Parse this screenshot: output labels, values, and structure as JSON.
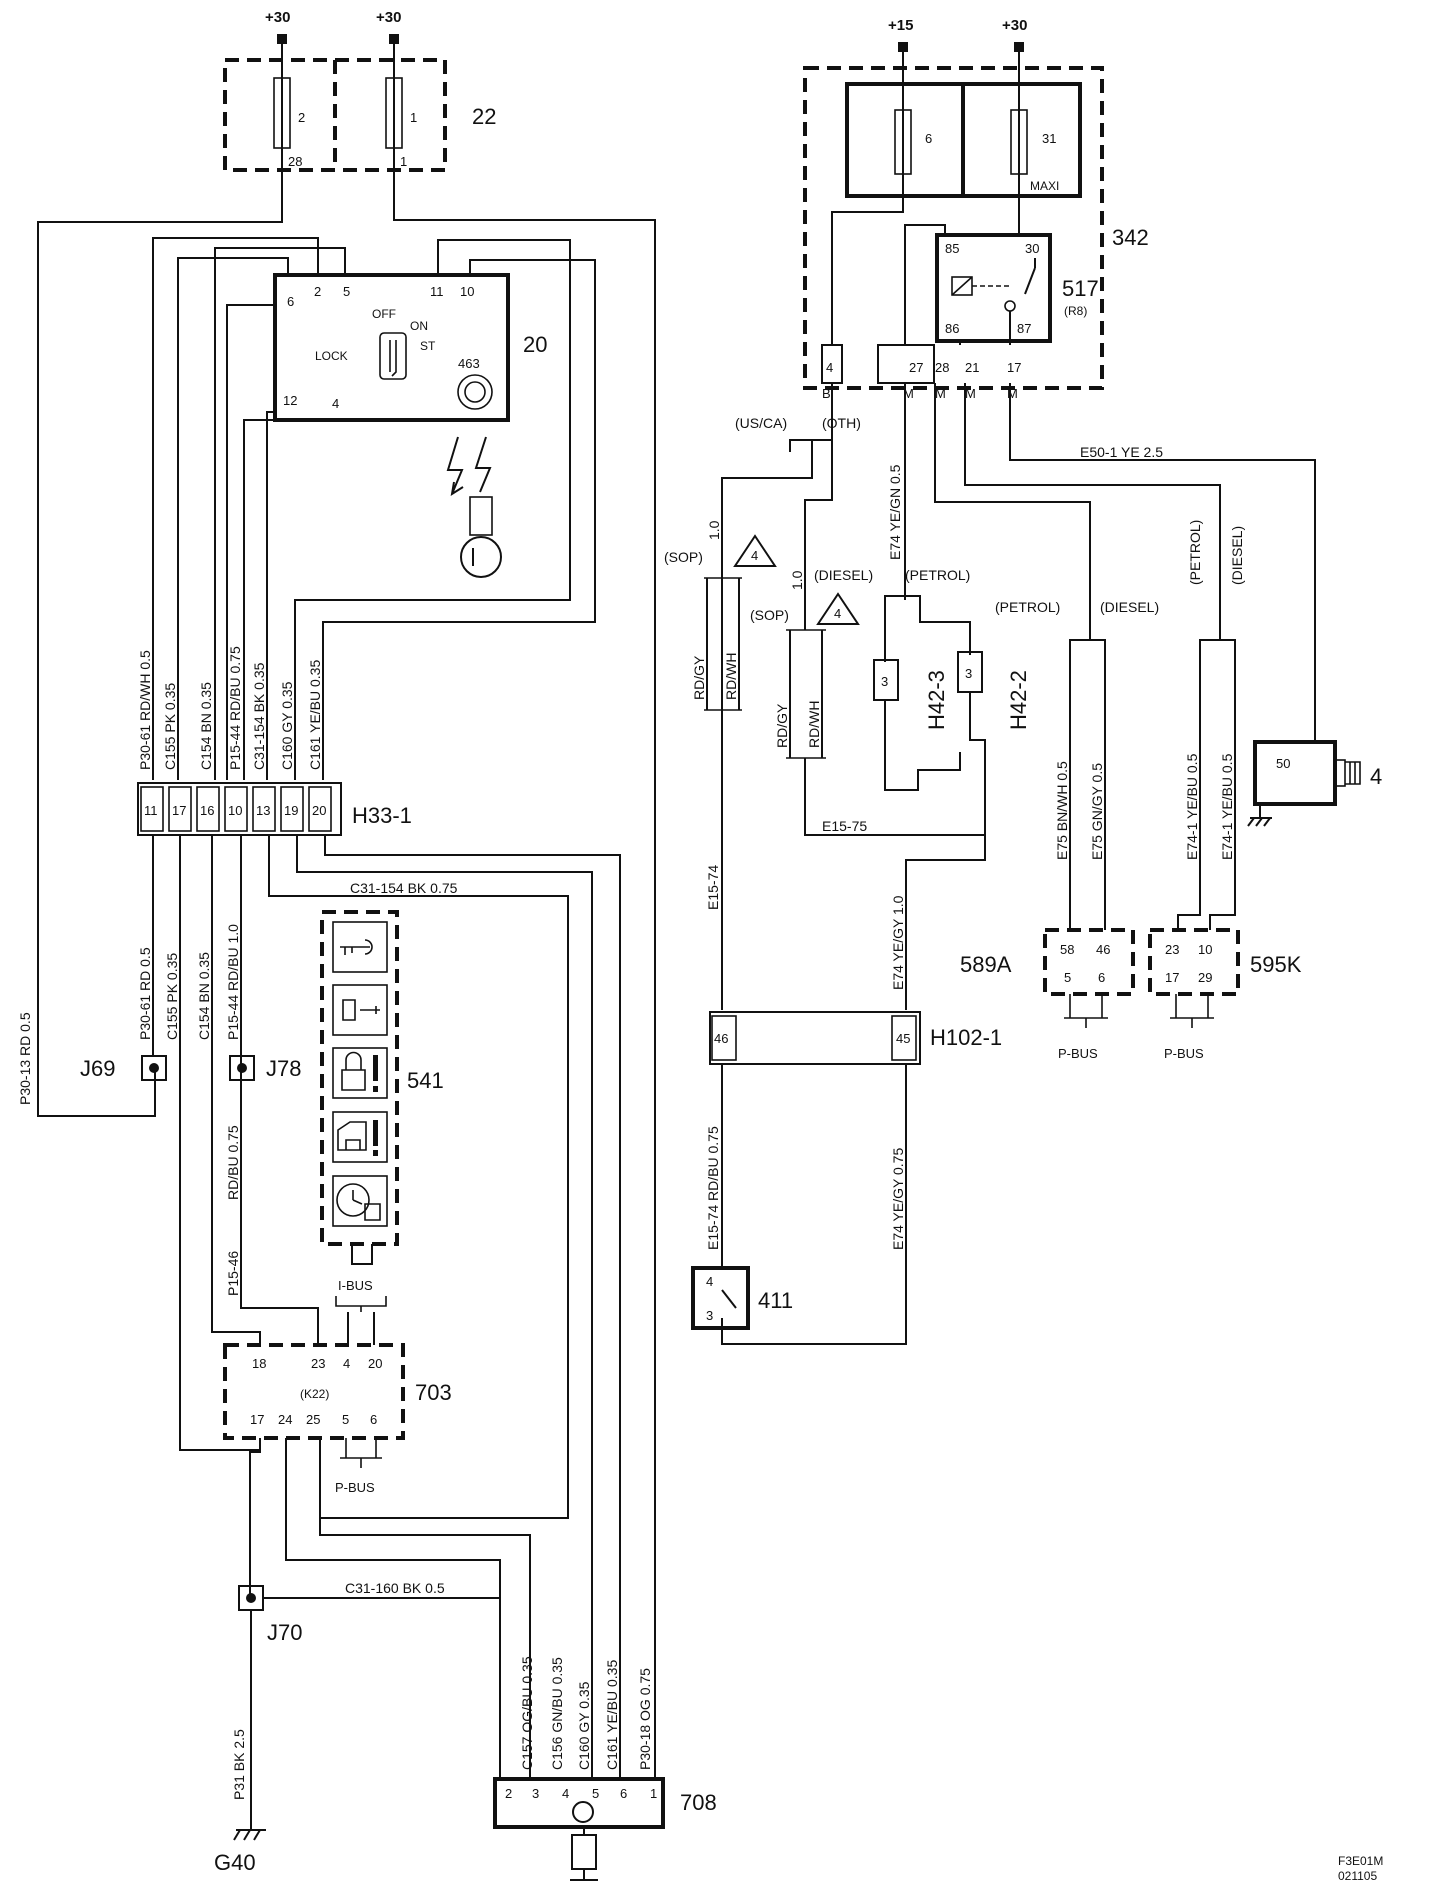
{
  "power": {
    "p30_a": "+30",
    "p30_b": "+30",
    "p15": "+15",
    "p30_c": "+30"
  },
  "components": {
    "c22": "22",
    "c20": "20",
    "c463": "463",
    "c342": "342",
    "c517": "517",
    "c517_sub": "(R8)",
    "c4": "4",
    "h33": "H33-1",
    "h102": "H102-1",
    "h42_3": "H42-3",
    "h42_2": "H42-2",
    "c541": "541",
    "c703": "703",
    "c703_sub": "(K22)",
    "c708": "708",
    "c411": "411",
    "c589": "589A",
    "c595": "595K",
    "j69": "J69",
    "j78": "J78",
    "j70": "J70",
    "g40": "G40"
  },
  "fuses": {
    "f2": "2",
    "f1": "1",
    "f2_out": "28",
    "f1_out": "1",
    "f6": "6",
    "f31": "31",
    "maxi": "MAXI"
  },
  "ignition": {
    "off": "OFF",
    "on": "ON",
    "st": "ST",
    "lock": "LOCK",
    "p6": "6",
    "p2": "2",
    "p5": "5",
    "p11": "11",
    "p10": "10",
    "p12": "12",
    "p4": "4"
  },
  "relay": {
    "p85": "85",
    "p30": "30",
    "p86": "86",
    "p87": "87"
  },
  "fusebox_pins": {
    "p4": "4",
    "b": "B",
    "p27": "27",
    "p28": "28",
    "p21": "21",
    "p17": "17",
    "m": "M"
  },
  "h33_pins": [
    "11",
    "17",
    "16",
    "10",
    "13",
    "19",
    "20"
  ],
  "h33_wires": [
    "P30-61 RD/WH 0.5",
    "C155 PK 0.35",
    "C154 BN 0.35",
    "P15-44 RD/BU 0.75",
    "C31-154 BK 0.35",
    "C160 GY 0.35",
    "C161 YE/BU 0.35"
  ],
  "lower_wires": {
    "p30_61": "P30-61 RD 0.5",
    "c155": "C155 PK 0.35",
    "c154": "C154 BN 0.35",
    "p15_44": "P15-44 RD/BU 1.0",
    "p30_13": "P30-13 RD 0.5",
    "c31_154": "C31-154 BK 0.75",
    "p15_46a": "RD/BU 0.75",
    "p15_46b": "P15-46",
    "c31_160": "C31-160 BK 0.5",
    "p31": "P31 BK 2.5",
    "c157": "C157 OG/BU 0.35",
    "c156": "C156 GN/BU 0.35",
    "c160": "C160 GY 0.35",
    "c161": "C161 YE/BU 0.35",
    "p30_18": "P30-18 OG 0.75"
  },
  "module703": {
    "p18": "18",
    "p23": "23",
    "p4": "4",
    "p20": "20",
    "p17": "17",
    "p24": "24",
    "p25": "25",
    "p5": "5",
    "p6": "6",
    "ibus": "I-BUS",
    "pbus": "P-BUS"
  },
  "module708": {
    "p2": "2",
    "p3": "3",
    "p4": "4",
    "p5": "5",
    "p6": "6",
    "p1": "1"
  },
  "right_wires": {
    "usca": "(US/CA)",
    "oth": "(OTH)",
    "sop1": "(SOP)",
    "sop2": "(SOP)",
    "diesel1": "(DIESEL)",
    "petrol1": "(PETROL)",
    "petrol2": "(PETROL)",
    "diesel2": "(DIESEL)",
    "petrol3": "(PETROL)",
    "diesel3": "(DIESEL)",
    "w10a": "1.0",
    "w10b": "1.0",
    "rdgy1": "RD/GY",
    "rdwh1": "RD/WH",
    "rdgy2": "RD/GY",
    "rdwh2": "RD/WH",
    "e74": "E74 YE/GN 0.5",
    "e50": "E50-1 YE 2.5",
    "e15_75": "E15-75",
    "e15_74": "E15-74",
    "e74_yegy": "E74 YE/GY 1.0",
    "e75a": "E75 BN/WH 0.5",
    "e75b": "E75 GN/GY 0.5",
    "e74_1a": "E74-1 YE/BU 0.5",
    "e74_1b": "E74-1 YE/BU 0.5",
    "e15_74_rd": "E15-74 RD/BU 0.75",
    "e74_yegy2": "E74 YE/GY 0.75",
    "tri": "4"
  },
  "h42": {
    "p3a": "3",
    "p3b": "3"
  },
  "h102_pins": {
    "p46": "46",
    "p45": "45"
  },
  "c411_pins": {
    "p4": "4",
    "p3": "3"
  },
  "c589_pins": [
    "58",
    "46",
    "5",
    "6"
  ],
  "c595_pins": [
    "23",
    "10",
    "17",
    "29"
  ],
  "pbus": {
    "a": "P-BUS",
    "b": "P-BUS"
  },
  "c4_pin": "50",
  "footer": {
    "code": "F3E01M",
    "date": "021105"
  }
}
